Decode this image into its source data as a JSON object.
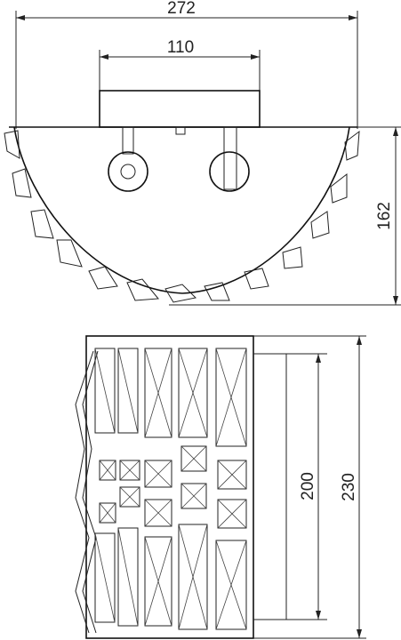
{
  "top_view": {
    "overall_width": "272",
    "base_width": "110",
    "height": "162"
  },
  "side_view": {
    "inner_height": "200",
    "outer_height": "230"
  },
  "colors": {
    "line": "#222222",
    "background": "#ffffff"
  }
}
